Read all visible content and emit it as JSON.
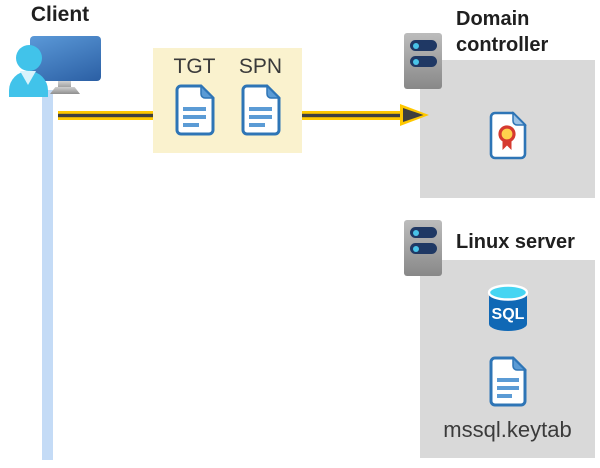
{
  "diagram": {
    "client": {
      "label": "Client"
    },
    "tickets": {
      "items": [
        {
          "label": "TGT",
          "icon": "document-icon"
        },
        {
          "label": "SPN",
          "icon": "document-icon"
        }
      ]
    },
    "domain_controller": {
      "label": "Domain controller",
      "icons": [
        "server-tower-icon",
        "certificate-icon"
      ]
    },
    "linux_server": {
      "label": "Linux server",
      "database_label": "SQL",
      "keytab_label": "mssql.keytab",
      "icons": [
        "server-tower-icon",
        "sql-database-icon",
        "document-icon"
      ]
    },
    "client_icon": "user-at-computer-icon",
    "flow_arrow": "yellow-right-arrow"
  },
  "colors": {
    "highlight_box_yellow": "#FAF2CE",
    "arrow_yellow": "#FFC800",
    "arrow_dark": "#3F3F3F",
    "container_gray": "#D9D9D9",
    "connection_line_blue": "#C4DBF6",
    "document_border_blue": "#2E75B6",
    "document_line_blue": "#5B9BD5",
    "person_cyan": "#41C3EA",
    "monitor_blue": "#2B5FA4",
    "server_slot_navy": "#1F3864",
    "sql_body_blue": "#1068B5",
    "sql_top_cyan": "#45D5F2",
    "certificate_seal_yellow": "#FFD24D",
    "certificate_seal_red": "#D63A2F",
    "heading_text": "#1F1F1F",
    "secondary_text": "#3B3B3B"
  }
}
